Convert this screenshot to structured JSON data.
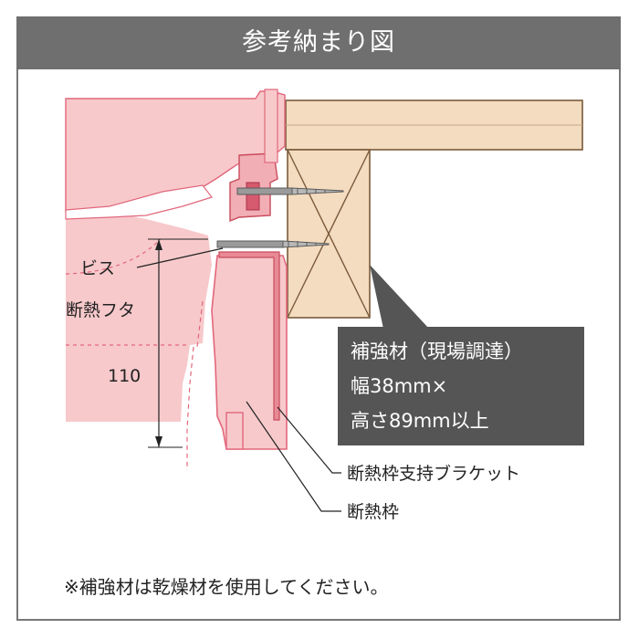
{
  "title": "参考納まり図",
  "labels": {
    "screw": "ビス",
    "lid": "断熱フタ",
    "dimension": "110",
    "bracket": "断熱枠支持ブラケット",
    "frame": "断熱枠"
  },
  "callout": {
    "line1": "補強材（現場調達）",
    "line2": "幅38mm×",
    "line3": "高さ89mm以上"
  },
  "footnote": "※補強材は乾燥材を使用してください。",
  "colors": {
    "header_bg": "#6f6f6f",
    "pink_fill": "#f7c9cb",
    "pink_edge": "#e2677b",
    "wood_fill": "#f4dcc0",
    "wood_edge": "#7a5a3a",
    "callout_bg": "#555555"
  }
}
